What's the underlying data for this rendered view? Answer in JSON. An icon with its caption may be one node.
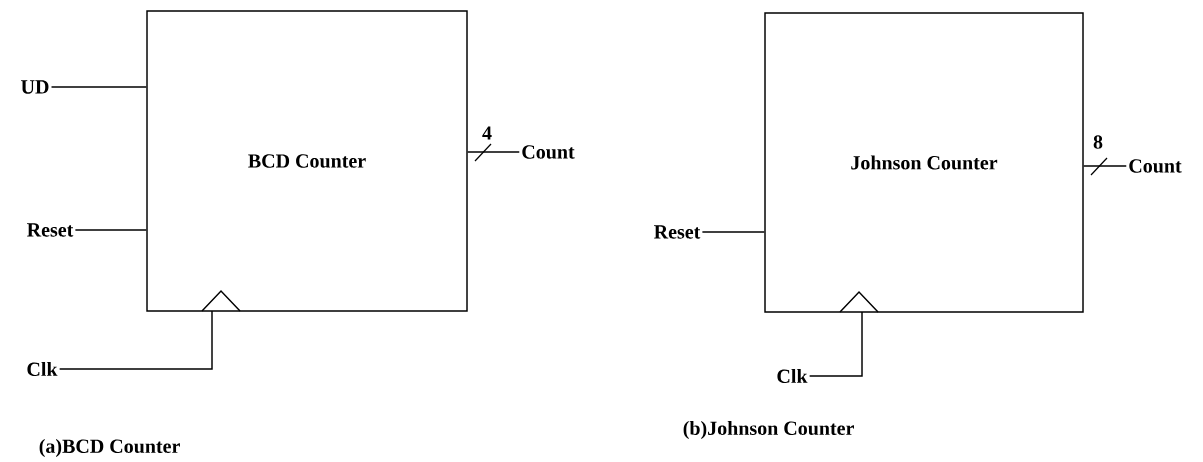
{
  "diagram": {
    "nodes": [
      {
        "text": [
          "BCD Counter"
        ]
      },
      {
        "text": [
          "UD"
        ]
      },
      {
        "text": [
          "Reset"
        ]
      },
      {
        "text": [
          "Clk"
        ]
      },
      {
        "text": [
          "Count"
        ]
      },
      {
        "text": [
          "Johnson Counter"
        ]
      },
      {
        "text": [
          "Reset"
        ]
      },
      {
        "text": [
          "Clk"
        ]
      },
      {
        "text": [
          "Count"
        ]
      }
    ],
    "edges": [
      {
        "from": 1,
        "to": 0,
        "arrow": "none"
      },
      {
        "from": 2,
        "to": 0,
        "arrow": "none"
      },
      {
        "from": 3,
        "to": 0,
        "arrow": "none"
      },
      {
        "from": 0,
        "to": 4,
        "arrow": "none",
        "label": "4"
      },
      {
        "from": 6,
        "to": 5,
        "arrow": "none"
      },
      {
        "from": 7,
        "to": 5,
        "arrow": "none"
      },
      {
        "from": 5,
        "to": 8,
        "arrow": "none",
        "label": "8"
      }
    ],
    "labels": [
      "(a)BCD Counter",
      "(b)Johnson Counter"
    ]
  }
}
